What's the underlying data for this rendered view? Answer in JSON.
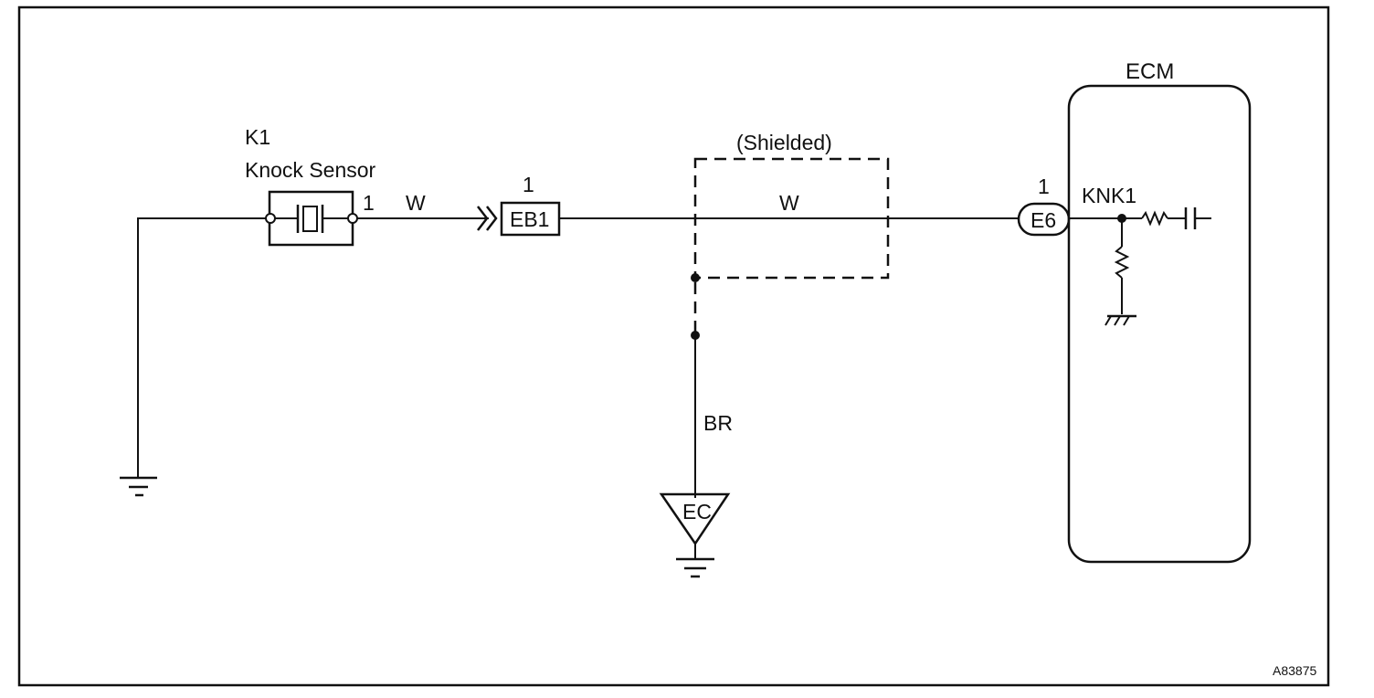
{
  "diagram": {
    "sensor_code": "K1",
    "sensor_name": "Knock Sensor",
    "sensor_pin": "1",
    "wire_sensor_to_connector": "W",
    "connector_eb1_pin": "1",
    "connector_eb1": "EB1",
    "shield_label": "(Shielded)",
    "wire_shielded": "W",
    "connector_e6_pin": "1",
    "connector_e6": "E6",
    "ecm_label": "ECM",
    "ecm_terminal": "KNK1",
    "ground_wire": "BR",
    "ground_point": "EC",
    "figure_id": "A83875"
  },
  "colors": {
    "line": "#111111",
    "background": "#ffffff"
  }
}
